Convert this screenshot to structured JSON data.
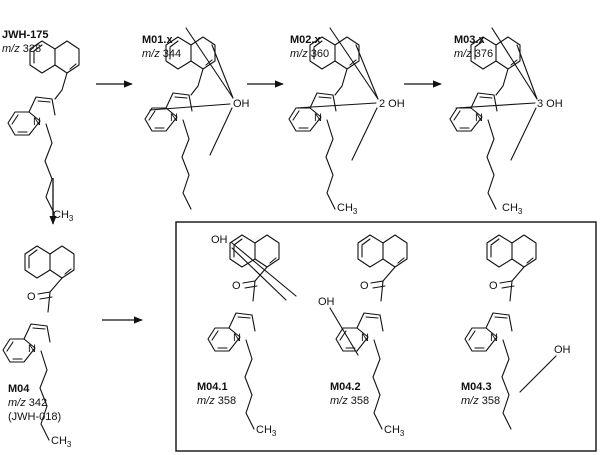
{
  "compounds": [
    {
      "id": "jwh175",
      "name": "JWH-175",
      "mz_prefix": "m/z",
      "mz_value": "328"
    },
    {
      "id": "m01",
      "name": "M01.x",
      "mz_prefix": "m/z",
      "mz_value": "344"
    },
    {
      "id": "m02",
      "name": "M02.x",
      "mz_prefix": "m/z",
      "mz_value": "360"
    },
    {
      "id": "m03",
      "name": "M03.x",
      "mz_prefix": "m/z",
      "mz_value": "376"
    },
    {
      "id": "m04",
      "name": "M04",
      "mz_prefix": "m/z",
      "mz_value": "342",
      "note": "(JWH-018)"
    },
    {
      "id": "m041",
      "name": "M04.1",
      "mz_prefix": "m/z",
      "mz_value": "358"
    },
    {
      "id": "m042",
      "name": "M04.2",
      "mz_prefix": "m/z",
      "mz_value": "358"
    },
    {
      "id": "m043",
      "name": "M04.3",
      "mz_prefix": "m/z",
      "mz_value": "358"
    }
  ],
  "atoms": {
    "nitrogen": "N",
    "oxygen": "O",
    "methyl": "CH",
    "methyl_sub": "3",
    "oh": "OH",
    "oh_m01": "OH",
    "oh_m02": "2 OH",
    "oh_m03": "3 OH",
    "oh_m041": "OH",
    "oh_m042": "OH",
    "oh_m043": "OH"
  }
}
